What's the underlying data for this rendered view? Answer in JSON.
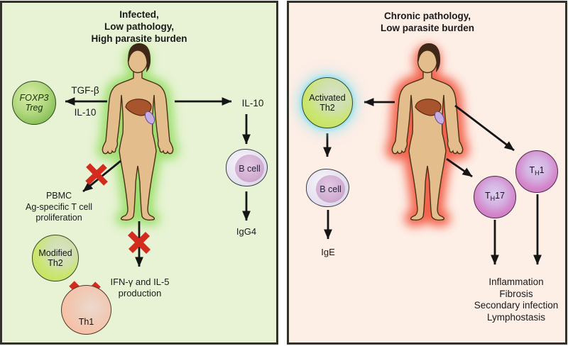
{
  "left_panel": {
    "title": "Infected,\nLow pathology,\nHigh parasite burden",
    "treg_label": "FOXP3\nTreg",
    "tgf_label": "TGF-β",
    "il10_to_treg_label": "IL-10",
    "il10_right_label": "IL-10",
    "bcell_label": "B cell",
    "igg4_label": "IgG4",
    "pbmc_label": "PBMC\nAg-specific T cell\nproliferation",
    "modified_th2_label": "Modified\nTh2",
    "th1_label": "Th1",
    "ifn_label": "IFN-γ and IL-5\nproduction",
    "background": "#e7f3d4",
    "glow_color": "#8bdb55"
  },
  "right_panel": {
    "title": "Chronic pathology,\nLow parasite burden",
    "activated_th2_label": "Activated\nTh2",
    "bcell_label": "B cell",
    "ige_label": "IgE",
    "th17_label": {
      "t": "T",
      "sub": "H",
      "num": "17"
    },
    "th1_label": {
      "t": "T",
      "sub": "H",
      "num": "1"
    },
    "outcomes_label": "Inflammation\nFibrosis\nSecondary infection\nLymphostasis",
    "background": "#fdeee6",
    "glow_color": "#f24b33"
  },
  "colors": {
    "red_x": "#d32b1e",
    "arrow": "#151515",
    "skin": "#e3bd8c",
    "liver": "#a8542c",
    "spleen": "#c6ace4",
    "treg_green": "#86be55",
    "th2_green": "#cbe671",
    "th1_salmon": "#f6c1a8",
    "th_magenta": "#d486ca",
    "bcell_purple": "#d3b0d4"
  }
}
